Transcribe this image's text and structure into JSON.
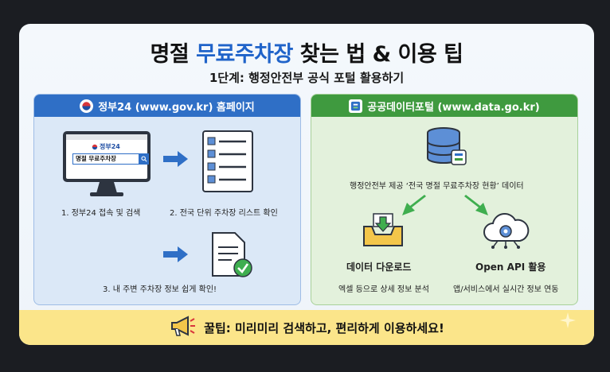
{
  "title": {
    "pre": "명절 ",
    "highlight": "무료주차장",
    "post": " 찾는 법 & 이용 팁"
  },
  "subtitle": "1단계: 행정안전부 공식 포털 활용하기",
  "left_panel": {
    "header": "정부24 (www.gov.kr) 홈페이지",
    "monitor_logo": "정부24",
    "search_value": "명절 무료주차장",
    "step1": "1. 정부24 접속 및 검색",
    "step2": "2. 전국 단위 주차장 리스트 확인",
    "step3": "3. 내 주변 주차장 정보 쉽게 확인!"
  },
  "right_panel": {
    "header": "공공데이터포털 (www.data.go.kr)",
    "dataset": "행정안전부 제공 ‘전국 명절 무료주차장 현황’ 데이터",
    "download_title": "데이터 다운로드",
    "download_desc": "엑셀 등으로 상세 정보 분석",
    "api_title": "Open API 활용",
    "api_desc": "앱/서비스에서 실시간 정보 연동"
  },
  "tip": "꿀팁: 미리미리 검색하고, 편리하게 이용하세요!",
  "colors": {
    "accent_blue": "#2f6fc6",
    "accent_green": "#3f9a3f",
    "tip_yellow": "#fbe58a"
  }
}
